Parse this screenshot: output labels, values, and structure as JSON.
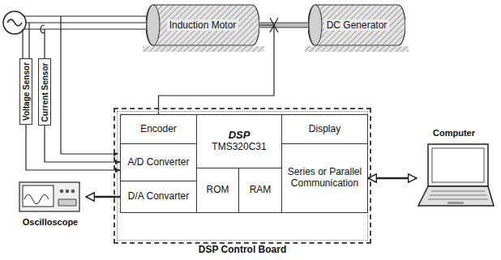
{
  "diagram": {
    "nodes": [
      {
        "text": [
          "Induction Motor"
        ]
      },
      {
        "text": [
          "DC Generator"
        ]
      },
      {
        "text": [
          "Voltage Sensor"
        ]
      },
      {
        "text": [
          "Current Sensor"
        ]
      },
      {
        "text": [
          "DSP Control Board"
        ]
      },
      {
        "text": [
          "Encoder"
        ],
        "in": 4
      },
      {
        "text": [
          "DSP",
          "TMS320C31"
        ],
        "in": 4
      },
      {
        "text": [
          "Display"
        ],
        "in": 4
      },
      {
        "text": [
          "A/D Converter"
        ],
        "in": 4
      },
      {
        "text": [
          "D/A Convarter"
        ],
        "in": 4
      },
      {
        "text": [
          "ROM"
        ],
        "in": 4
      },
      {
        "text": [
          "RAM"
        ],
        "in": 4
      },
      {
        "text": [
          "Series or Parallel Communication"
        ],
        "in": 4
      },
      {
        "text": [
          "Oscilloscope"
        ]
      },
      {
        "text": [
          "Computer"
        ]
      }
    ],
    "edges": [
      {
        "from": 2,
        "to": 8,
        "arrow": "to"
      },
      {
        "from": 3,
        "to": 8,
        "arrow": "to"
      },
      {
        "from": 0,
        "to": 5,
        "arrow": "none"
      },
      {
        "from": 9,
        "to": 13,
        "arrow": "to"
      },
      {
        "from": 12,
        "to": 14,
        "arrow": "both"
      }
    ]
  }
}
